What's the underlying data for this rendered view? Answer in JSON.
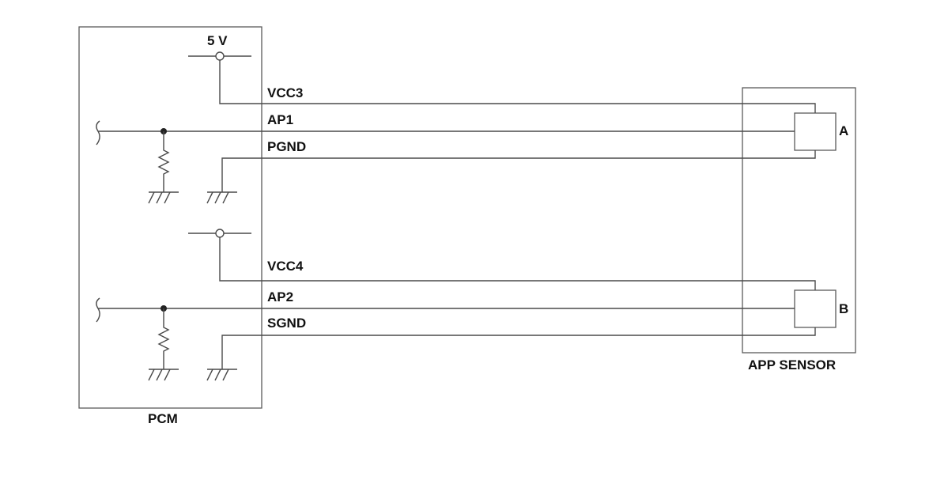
{
  "pcm": {
    "label": "PCM",
    "supply_label": "5 V"
  },
  "sensor": {
    "label": "APP SENSOR",
    "element_a": "A",
    "element_b": "B"
  },
  "signals": {
    "vcc3": "VCC3",
    "ap1": "AP1",
    "pgnd": "PGND",
    "vcc4": "VCC4",
    "ap2": "AP2",
    "sgnd": "SGND"
  }
}
